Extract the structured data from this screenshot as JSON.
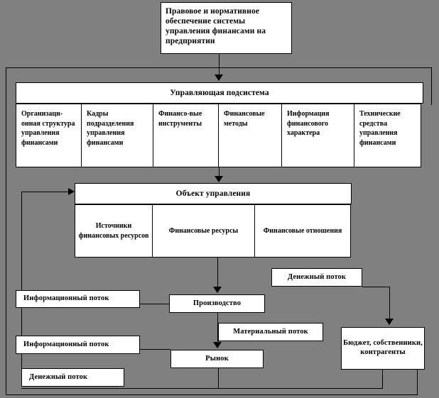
{
  "diagram": {
    "title_box": "Правовое и нормативное обеспечение системы управления финансами на предприятии",
    "managing_subsystem": {
      "header": "Управляющая подсистема",
      "cells": [
        "Организаци-онная структура управления финансами",
        "Кадры подразделения управления финансами",
        "Финансо-вые инструменты",
        "Финансовые методы",
        "Информация финансового характера",
        "Технические средства управления финансами"
      ]
    },
    "managed_object": {
      "header": "Объект управления",
      "cells": [
        "Источники финансовых ресурсов",
        "Финансовые ресурсы",
        "Финансовые отношения"
      ]
    },
    "flows": {
      "cash_flow_top": "Денежный поток",
      "information_flow_1": "Информационный поток",
      "information_flow_2": "Информационный поток",
      "material_flow": "Материальный поток",
      "cash_flow_bottom": "Денежный поток"
    },
    "entities": {
      "production": "Производство",
      "market": "Рынок",
      "budget": "Бюджет, собственники, контрагенты"
    }
  },
  "colors": {
    "background": "#808080",
    "box_fill": "#ffffff",
    "line": "#000000",
    "text": "#000000"
  }
}
